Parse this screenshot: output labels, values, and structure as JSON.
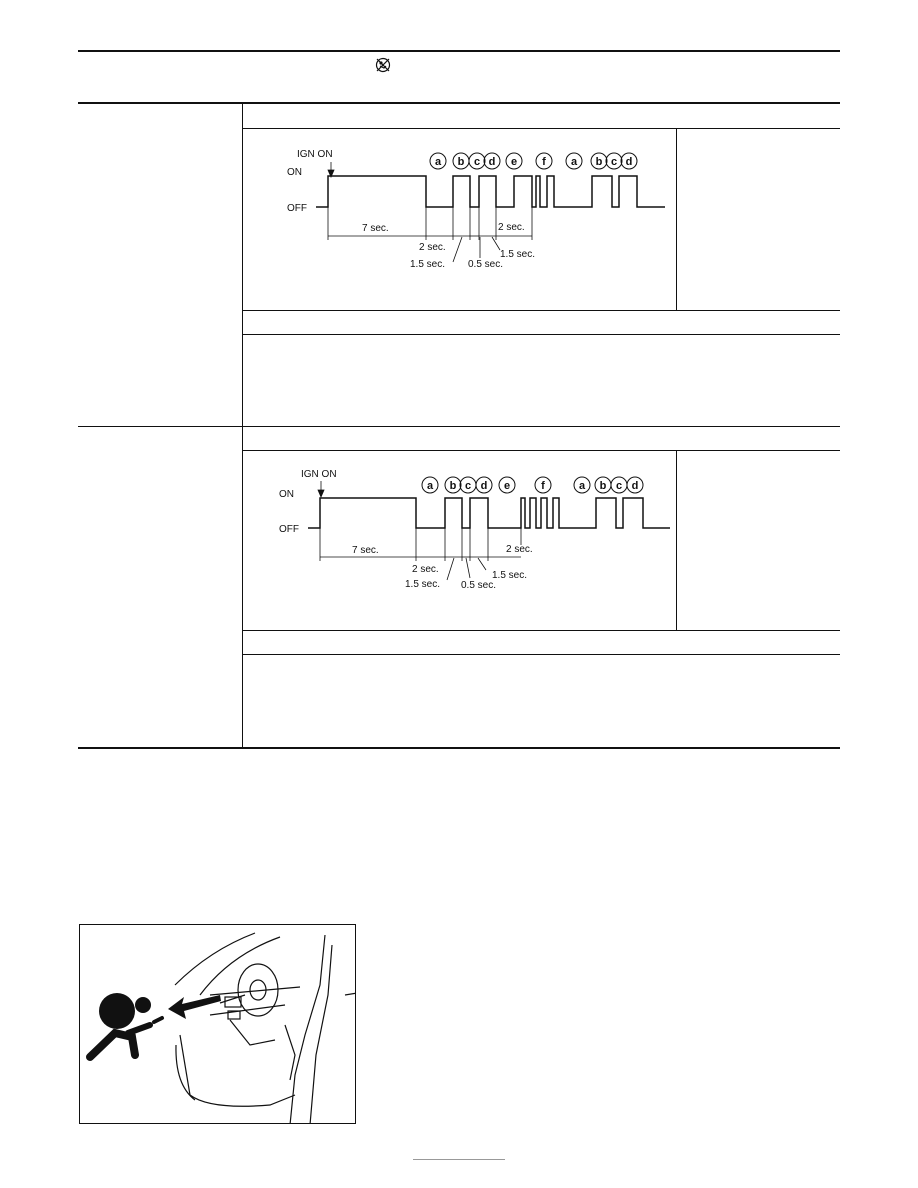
{
  "diagram_1": {
    "ign_label": "IGN ON",
    "on_label": "ON",
    "off_label": "OFF",
    "t7": "7 sec.",
    "t2a": "2 sec.",
    "t15a": "1.5 sec.",
    "t05": "0.5 sec.",
    "t15b": "1.5 sec.",
    "t2b": "2 sec.",
    "letters": [
      "a",
      "b",
      "c",
      "d",
      "e",
      "f",
      "a",
      "b",
      "c",
      "d"
    ]
  },
  "diagram_2": {
    "ign_label": "IGN ON",
    "on_label": "ON",
    "off_label": "OFF",
    "t7": "7 sec.",
    "t2a": "2 sec.",
    "t15a": "1.5 sec.",
    "t05": "0.5 sec.",
    "t15b": "1.5 sec.",
    "t2b": "2 sec.",
    "letters": [
      "a",
      "b",
      "c",
      "d",
      "e",
      "f",
      "a",
      "b",
      "c",
      "d"
    ]
  },
  "header_icon": "airbag-off-icon",
  "figure_icon": "airbag-person-icon"
}
